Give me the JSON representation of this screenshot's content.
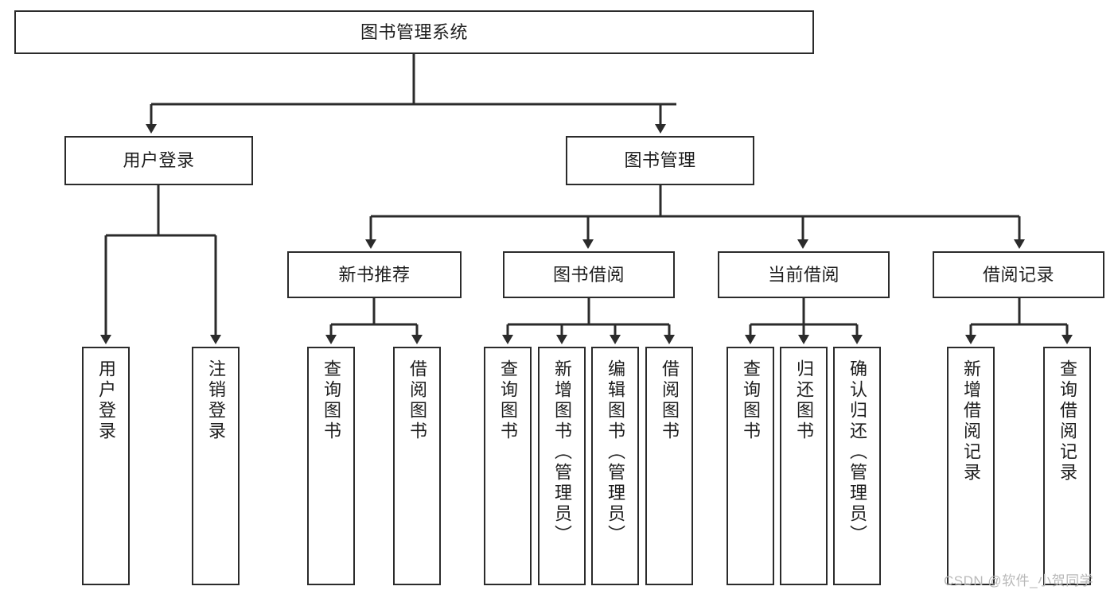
{
  "diagram": {
    "title": "图书管理系统",
    "watermark": "CSDN @软件_小贺同学",
    "accent_color": "#2b2b2b",
    "background_color": "#ffffff",
    "levels": {
      "root": {
        "label": "图书管理系统"
      },
      "level2": [
        {
          "label": "用户登录"
        },
        {
          "label": "图书管理"
        }
      ],
      "level3": [
        {
          "label": "新书推荐"
        },
        {
          "label": "图书借阅"
        },
        {
          "label": "当前借阅"
        },
        {
          "label": "借阅记录"
        }
      ],
      "leaves": {
        "user_login": [
          {
            "label": "用户登录"
          },
          {
            "label": "注销登录"
          }
        ],
        "new_book_recommend": [
          {
            "label": "查询图书"
          },
          {
            "label": "借阅图书"
          }
        ],
        "book_borrow": [
          {
            "label": "查询图书"
          },
          {
            "label": "新增图书（管理员）"
          },
          {
            "label": "编辑图书（管理员）"
          },
          {
            "label": "借阅图书"
          }
        ],
        "current_borrow": [
          {
            "label": "查询图书"
          },
          {
            "label": "归还图书"
          },
          {
            "label": "确认归还（管理员）"
          }
        ],
        "borrow_record": [
          {
            "label": "新增借阅记录"
          },
          {
            "label": "查询借阅记录"
          }
        ]
      }
    }
  }
}
